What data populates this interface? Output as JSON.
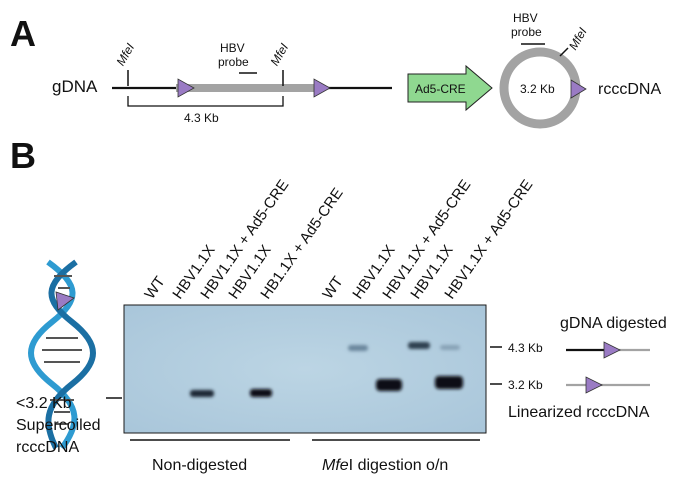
{
  "panel_a": {
    "letter": "A",
    "gdna_label": "gDNA",
    "mfei_left": "MfeI",
    "mfei_right": "MfeI",
    "hbv_probe_line1": "HBV",
    "hbv_probe_line2": "probe",
    "length_label": "4.3 Kb",
    "arrow_label": "Ad5-CRE",
    "circle_size_label": "3.2 Kb",
    "circle_probe_line1": "HBV",
    "circle_probe_line2": "probe",
    "circle_mfei": "MfeI",
    "rcccdna_label": "rcccDNA"
  },
  "panel_b": {
    "letter": "B",
    "lanes": [
      "WT",
      "HBV1.1X",
      "HBV1.1X + Ad5-CRE",
      "HBV1.1X",
      "HB1.1X + Ad5-CRE",
      "WT",
      "HBV1.1X",
      "HBV1.1X + Ad5-CRE",
      "HBV1.1X",
      "HBV1.1X + Ad5-CRE"
    ],
    "size_markers": [
      "4.3 Kb",
      "3.2 Kb"
    ],
    "right_top_label": "gDNA digested",
    "right_bottom_label": "Linearized rcccDNA",
    "left_label_line1": "<3.2 Kb",
    "left_label_line2": "Supercoiled",
    "left_label_line3": "rcccDNA",
    "group_left": "Non-digested",
    "group_right_italic": "Mfe",
    "group_right_rest": "I digestion o/n"
  },
  "colors": {
    "gel": "#b3cfe0",
    "band": "#0b0f14",
    "triangle": "#9a7bc4",
    "arrow": "#8fd890",
    "grey_dna": "#a3a3a3",
    "dna_helix": "#2e9bd1"
  }
}
